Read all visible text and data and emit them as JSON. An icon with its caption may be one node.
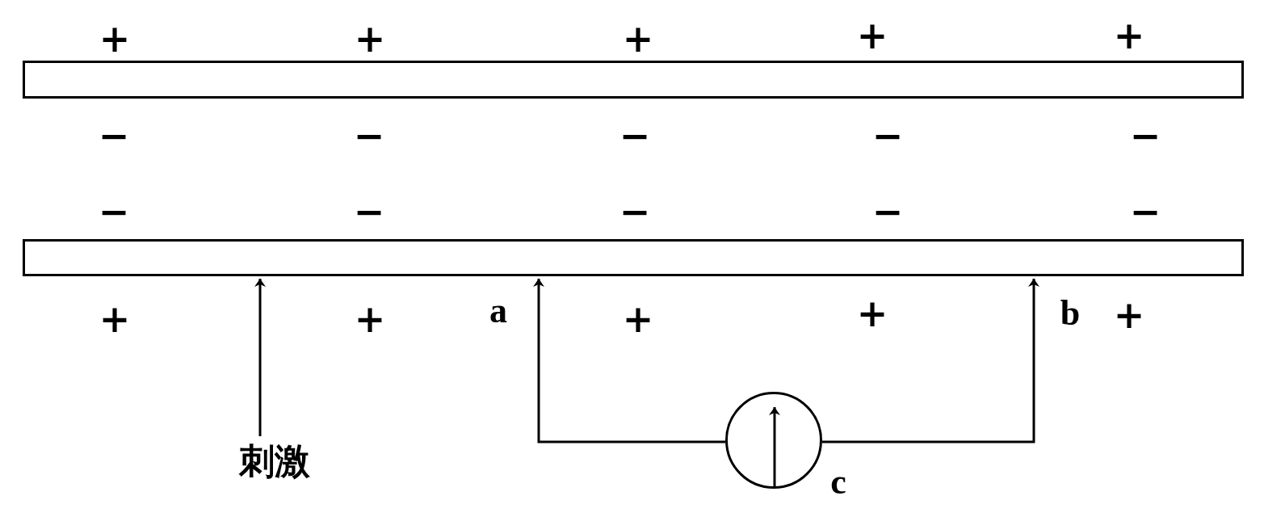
{
  "diagram": {
    "nodes": [
      {
        "text": [],
        "shape": "bar"
      },
      {
        "text": [],
        "shape": "bar"
      },
      {
        "text": [
          "刺激"
        ]
      },
      {
        "text": [],
        "shape": "circle",
        "beside": [
          "c"
        ]
      }
    ],
    "edges": [
      {
        "from": 2,
        "to": 1,
        "arrow": "to"
      },
      {
        "from": 3,
        "to": 1,
        "arrow": "to"
      },
      {
        "from": 3,
        "to": 1,
        "arrow": "to"
      }
    ],
    "labels": [
      "+",
      "+",
      "+",
      "+",
      "+",
      "−",
      "−",
      "−",
      "−",
      "−",
      "−",
      "−",
      "−",
      "−",
      "−",
      "+",
      "+",
      "a",
      "+",
      "+",
      "b",
      "+"
    ]
  }
}
